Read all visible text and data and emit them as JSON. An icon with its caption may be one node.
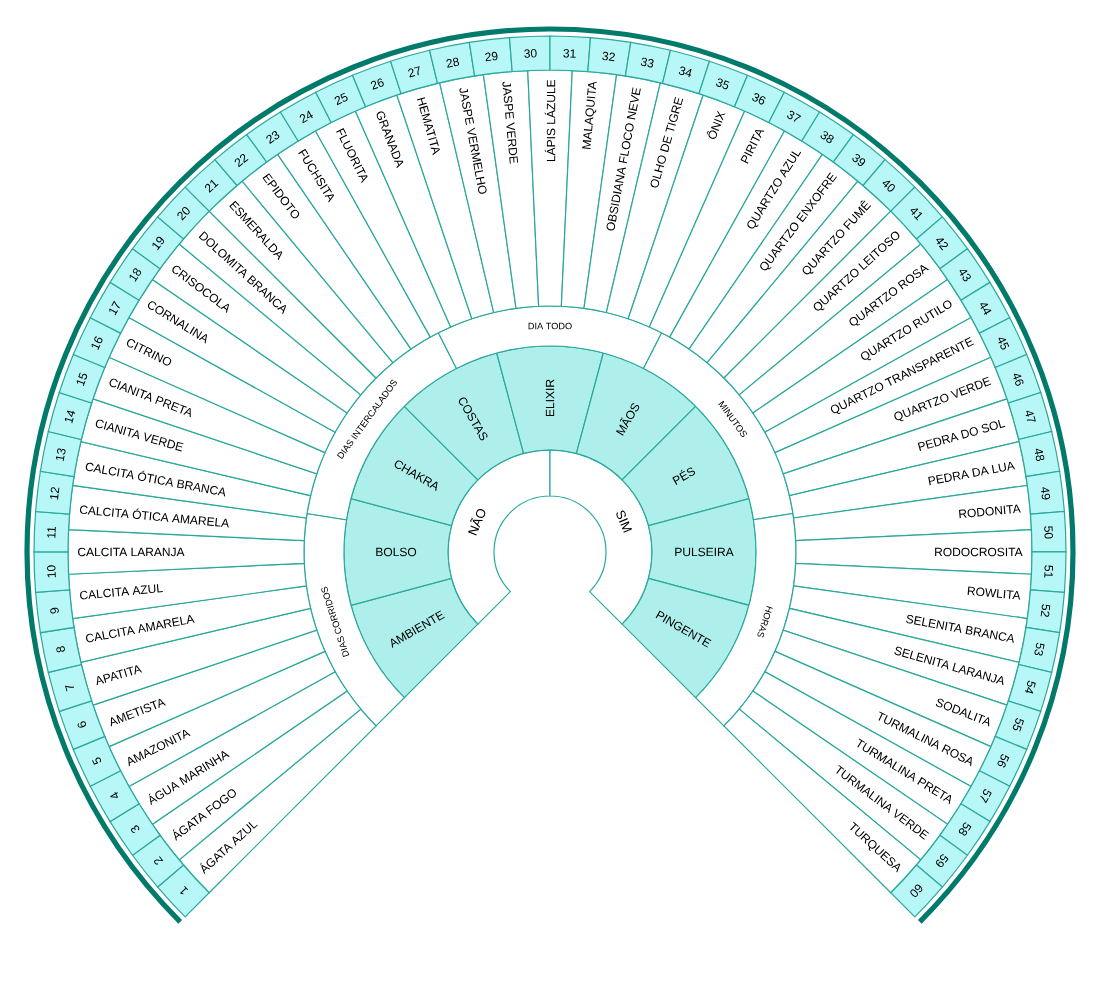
{
  "diagram": {
    "nodes": [
      {
        "text": [
          "NÃO"
        ]
      },
      {
        "text": [
          "SIM"
        ]
      },
      {
        "text": [
          "AMBIENTE"
        ]
      },
      {
        "text": [
          "BOLSO"
        ]
      },
      {
        "text": [
          "CHAKRA"
        ]
      },
      {
        "text": [
          "COSTAS"
        ]
      },
      {
        "text": [
          "ELIXIR"
        ]
      },
      {
        "text": [
          "MÃOS"
        ]
      },
      {
        "text": [
          "PÉS"
        ]
      },
      {
        "text": [
          "PULSEIRA"
        ]
      },
      {
        "text": [
          "PINGENTE"
        ]
      },
      {
        "text": [
          "DIAS CORRIDOS"
        ]
      },
      {
        "text": [
          "DIAS INTERCALADOS"
        ]
      },
      {
        "text": [
          "DIA TODO"
        ]
      },
      {
        "text": [
          "MINUTOS"
        ]
      },
      {
        "text": [
          "HORAS"
        ]
      },
      {
        "text": [
          "ÁGATA AZUL"
        ]
      },
      {
        "text": [
          "ÁGATA FOGO"
        ]
      },
      {
        "text": [
          "ÁGUA MARINHA"
        ]
      },
      {
        "text": [
          "AMAZONITA"
        ]
      },
      {
        "text": [
          "AMETISTA"
        ]
      },
      {
        "text": [
          "APATITA"
        ]
      },
      {
        "text": [
          "CALCITA AMARELA"
        ]
      },
      {
        "text": [
          "CALCITA AZUL"
        ]
      },
      {
        "text": [
          "CALCITA LARANJA"
        ]
      },
      {
        "text": [
          "CALCITA ÓTICA AMARELA"
        ]
      },
      {
        "text": [
          "CALCITA ÓTICA BRANCA"
        ]
      },
      {
        "text": [
          "CIANITA VERDE"
        ]
      },
      {
        "text": [
          "CIANITA PRETA"
        ]
      },
      {
        "text": [
          "CITRINO"
        ]
      },
      {
        "text": [
          "CORNALINA"
        ]
      },
      {
        "text": [
          "CRISOCOLA"
        ]
      },
      {
        "text": [
          "DOLOMITA BRANCA"
        ]
      },
      {
        "text": [
          "ESMERALDA"
        ]
      },
      {
        "text": [
          "EPIDOTO"
        ]
      },
      {
        "text": [
          "FUCHSITA"
        ]
      },
      {
        "text": [
          "FLUORITA"
        ]
      },
      {
        "text": [
          "GRANADA"
        ]
      },
      {
        "text": [
          "HEMATITA"
        ]
      },
      {
        "text": [
          "JASPE VERMELHO"
        ]
      },
      {
        "text": [
          "JASPE VERDE"
        ]
      },
      {
        "text": [
          "LÁPIS LÁZULE"
        ]
      },
      {
        "text": [
          "MALAQUITA"
        ]
      },
      {
        "text": [
          "OBSIDIANA FLOCO NEVE"
        ]
      },
      {
        "text": [
          "OLHO DE TIGRE"
        ]
      },
      {
        "text": [
          "ÔNIX"
        ]
      },
      {
        "text": [
          "PIRITA"
        ]
      },
      {
        "text": [
          "QUARTZO AZUL"
        ]
      },
      {
        "text": [
          "QUARTZO ENXOFRE"
        ]
      },
      {
        "text": [
          "QUARTZO FUMÊ"
        ]
      },
      {
        "text": [
          "QUARTZO LEITOSO"
        ]
      },
      {
        "text": [
          "QUARTZO ROSA"
        ]
      },
      {
        "text": [
          "QUARTZO RUTILO"
        ]
      },
      {
        "text": [
          "QUARTZO TRANSPARENTE"
        ]
      },
      {
        "text": [
          "QUARTZO VERDE"
        ]
      },
      {
        "text": [
          "PEDRA DO SOL"
        ]
      },
      {
        "text": [
          "PEDRA DA LUA"
        ]
      },
      {
        "text": [
          "RODONITA"
        ]
      },
      {
        "text": [
          "RODOCROSITA"
        ]
      },
      {
        "text": [
          "ROWLITA"
        ]
      },
      {
        "text": [
          "SELENITA BRANCA"
        ]
      },
      {
        "text": [
          "SELENITA LARANJA"
        ]
      },
      {
        "text": [
          "SODALITA"
        ]
      },
      {
        "text": [
          "TURMALINA ROSA"
        ]
      },
      {
        "text": [
          "TURMALINA PRETA"
        ]
      },
      {
        "text": [
          "TURMALINA VERDE"
        ]
      },
      {
        "text": [
          "TURQUESA"
        ]
      },
      {
        "text": [
          "1"
        ]
      },
      {
        "text": [
          "2"
        ]
      },
      {
        "text": [
          "3"
        ]
      },
      {
        "text": [
          "4"
        ]
      },
      {
        "text": [
          "5"
        ]
      },
      {
        "text": [
          "6"
        ]
      },
      {
        "text": [
          "7"
        ]
      },
      {
        "text": [
          "8"
        ]
      },
      {
        "text": [
          "9"
        ]
      },
      {
        "text": [
          "10"
        ]
      },
      {
        "text": [
          "11"
        ]
      },
      {
        "text": [
          "12"
        ]
      },
      {
        "text": [
          "13"
        ]
      },
      {
        "text": [
          "14"
        ]
      },
      {
        "text": [
          "15"
        ]
      },
      {
        "text": [
          "16"
        ]
      },
      {
        "text": [
          "17"
        ]
      },
      {
        "text": [
          "18"
        ]
      },
      {
        "text": [
          "19"
        ]
      },
      {
        "text": [
          "20"
        ]
      },
      {
        "text": [
          "21"
        ]
      },
      {
        "text": [
          "22"
        ]
      },
      {
        "text": [
          "23"
        ]
      },
      {
        "text": [
          "24"
        ]
      },
      {
        "text": [
          "25"
        ]
      },
      {
        "text": [
          "26"
        ]
      },
      {
        "text": [
          "27"
        ]
      },
      {
        "text": [
          "28"
        ]
      },
      {
        "text": [
          "29"
        ]
      },
      {
        "text": [
          "30"
        ]
      },
      {
        "text": [
          "31"
        ]
      },
      {
        "text": [
          "32"
        ]
      },
      {
        "text": [
          "33"
        ]
      },
      {
        "text": [
          "34"
        ]
      },
      {
        "text": [
          "35"
        ]
      },
      {
        "text": [
          "36"
        ]
      },
      {
        "text": [
          "37"
        ]
      },
      {
        "text": [
          "38"
        ]
      },
      {
        "text": [
          "39"
        ]
      },
      {
        "text": [
          "40"
        ]
      },
      {
        "text": [
          "41"
        ]
      },
      {
        "text": [
          "42"
        ]
      },
      {
        "text": [
          "43"
        ]
      },
      {
        "text": [
          "44"
        ]
      },
      {
        "text": [
          "45"
        ]
      },
      {
        "text": [
          "46"
        ]
      },
      {
        "text": [
          "47"
        ]
      },
      {
        "text": [
          "48"
        ]
      },
      {
        "text": [
          "49"
        ]
      },
      {
        "text": [
          "50"
        ]
      },
      {
        "text": [
          "51"
        ]
      },
      {
        "text": [
          "52"
        ]
      },
      {
        "text": [
          "53"
        ]
      },
      {
        "text": [
          "54"
        ]
      },
      {
        "text": [
          "55"
        ]
      },
      {
        "text": [
          "56"
        ]
      },
      {
        "text": [
          "57"
        ]
      },
      {
        "text": [
          "58"
        ]
      },
      {
        "text": [
          "59"
        ]
      },
      {
        "text": [
          "60"
        ]
      }
    ]
  }
}
